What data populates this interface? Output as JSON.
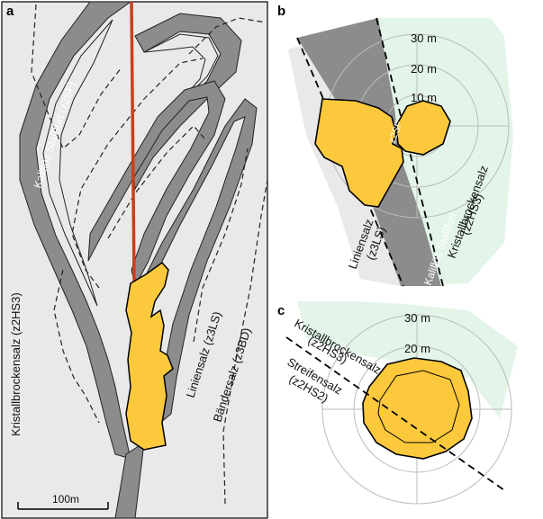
{
  "panel_a": {
    "letter": "a",
    "labels": {
      "kaliflotz": "Kaliflöz Staßfurt (z2SF)",
      "kristall": "Kristallbrockensalz (z2HS3)",
      "linien": "Liniensalz (z3LS)",
      "baender": "Bändersalz (z3BD)"
    },
    "scale_label": "100m"
  },
  "panel_b": {
    "letter": "b",
    "rings": [
      "10 m",
      "20 m",
      "30 m"
    ],
    "labels": {
      "z2sf": "z2SF",
      "liniensalz": "Liniensalz",
      "z3ls": "(z3LS)",
      "kaliflotz": "Kaliflöz Staßfurt",
      "kristall": "Kristallbrockensalz",
      "z2hs3": "(z2HS3)"
    }
  },
  "panel_c": {
    "letter": "c",
    "rings": [
      "20 m",
      "30 m"
    ],
    "labels": {
      "kristall": "Kristallbrockensalz",
      "z2hs3": "(z2HS3)",
      "streifen": "Streifensalz",
      "z2hs2": "(z2HS2)"
    }
  },
  "colors": {
    "gray_bg": "#e9e9e9",
    "gray_band": "#8c8c8c",
    "cavern": "#fcc93c",
    "green": "#e3f5e9",
    "borehole": "#c8401a"
  }
}
